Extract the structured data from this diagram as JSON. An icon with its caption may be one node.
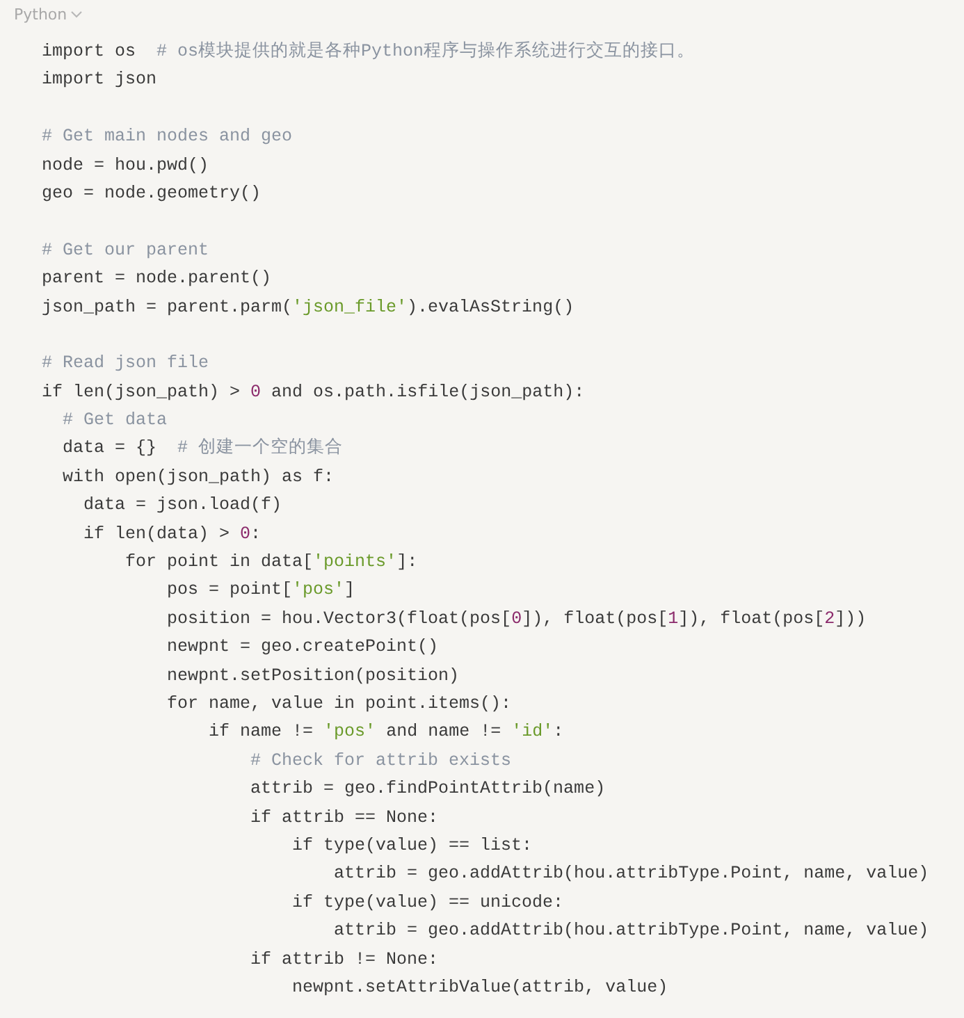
{
  "diagram": {
    "labels": [
      "Python",
      "import os  # os模块提供的就是各种Python程序与操作系统进行交互的接口。",
      "import json",
      "# Get main nodes and geo",
      "node = hou.pwd()",
      "geo = node.geometry()",
      "# Get our parent",
      "parent = node.parent()",
      "json_path = parent.parm('json_file').evalAsString()",
      "# Read json file",
      "if len(json_path) > 0 and os.path.isfile(json_path):",
      "  # Get data",
      "  data = {}  # 创建一个空的集合",
      "  with open(json_path) as f:",
      "    data = json.load(f)",
      "    if len(data) > 0:",
      "        for point in data['points']:",
      "            pos = point['pos']",
      "            position = hou.Vector3(float(pos[0]), float(pos[1]), float(pos[2]))",
      "            newpnt = geo.createPoint()",
      "            newpnt.setPosition(position)",
      "            for name, value in point.items():",
      "                if name != 'pos' and name != 'id':",
      "                    # Check for attrib exists",
      "                    attrib = geo.findPointAttrib(name)",
      "                    if attrib == None:",
      "                        if type(value) == list:",
      "                            attrib = geo.addAttrib(hou.attribType.Point, name, value)",
      "                        if type(value) == unicode:",
      "                            attrib = geo.addAttrib(hou.attribType.Point, name, value)",
      "                    if attrib != None:",
      "                        newpnt.setAttribValue(attrib, value)"
    ]
  }
}
